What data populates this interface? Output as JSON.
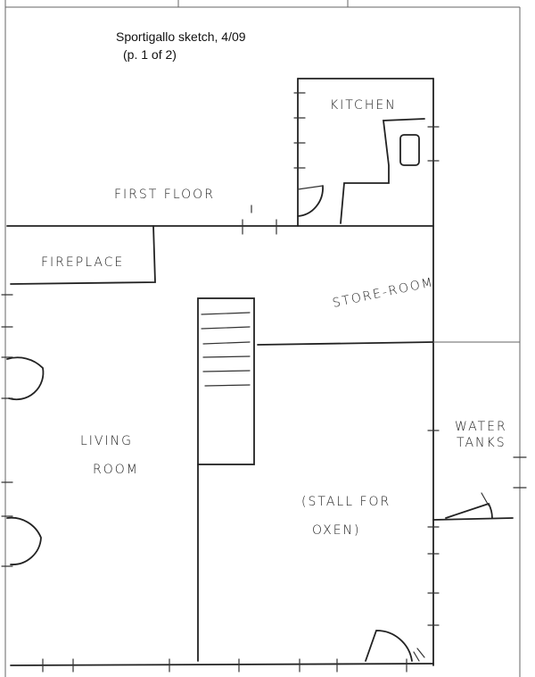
{
  "header": {
    "title": "Sportigallo sketch, 4/09",
    "page": "(p. 1 of 2)"
  },
  "rooms": {
    "kitchen": "KITCHEN",
    "first_floor": "FIRST FLOOR",
    "fireplace": "FIREPLACE",
    "store_room": "STORE-ROOM",
    "living_room_line1": "LIVING",
    "living_room_line2": "ROOM",
    "water_tanks_line1": "WATER",
    "water_tanks_line2": "TANKS",
    "stall_line1": "(STALL FOR",
    "stall_line2": "OXEN)"
  }
}
